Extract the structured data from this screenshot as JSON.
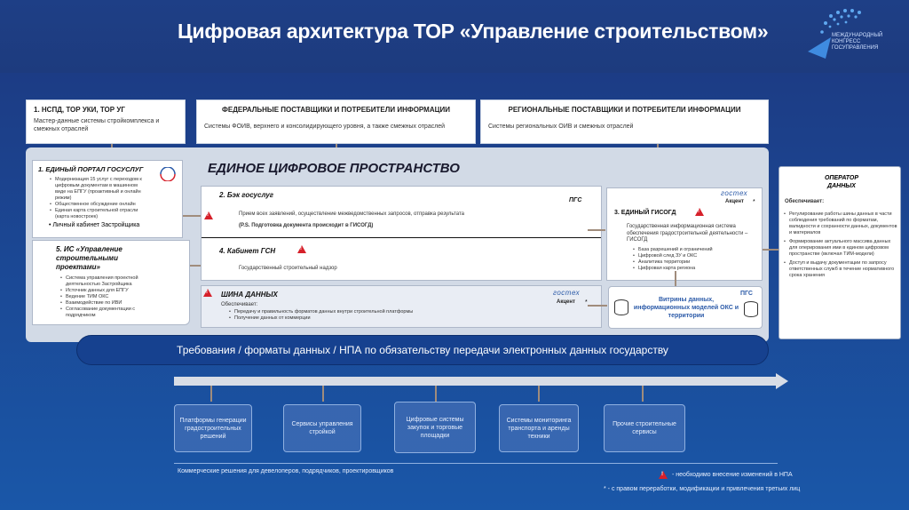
{
  "header": {
    "title": "Цифровая архитектура ТОР «Управление строительством»",
    "logo_text": "Международный конгресс Госуправления"
  },
  "top_boxes": {
    "nspd": {
      "title": "1.   НСПД, ТОР УКИ, ТОР УГ",
      "desc": "Мастер-данные системы стройкомплекса и смежных отраслей"
    },
    "federal": {
      "title": "ФЕДЕРАЛЬНЫЕ ПОСТАВЩИКИ И ПОТРЕБИТЕЛИ ИНФОРМАЦИИ",
      "desc": "Системы ФОИВ, верхнего и консолидирующего уровня, а также смежных отраслей"
    },
    "regional": {
      "title": "РЕГИОНАЛЬНЫЕ ПОСТАВЩИКИ И ПОТРЕБИТЕЛИ ИНФОРМАЦИИ",
      "desc": "Системы региональных ОИВ и смежных отраслей"
    }
  },
  "space": {
    "title": "ЕДИНОЕ ЦИФРОВОЕ ПРОСТРАНСТВО"
  },
  "portal": {
    "title": "1.  ЕДИНЫЙ ПОРТАЛ ГОСУСЛУГ",
    "items": [
      "Модернизация 15 услуг с переходом к цифровым документам в машинном виде на ЕПГУ (проактивный и онлайн режим)",
      "Общественное обсуждение онлайн",
      "Единая карта строительной отрасли (карта новостроек)"
    ],
    "cabinet": "Личный кабинет Застройщика"
  },
  "is_upr": {
    "title": "5. ИС «Управление строительными проектами»",
    "items": [
      "Система управления проектной деятельностью Застройщика",
      "Источник данных для ЕПГУ",
      "Ведение ТИМ ОКС",
      "Взаимодействие по ИВИ",
      "Согласование документации с подрядчиком"
    ]
  },
  "back": {
    "title": "2.   Бэк госуслуг",
    "pgs": "ПГС",
    "desc": "Прием всех заявлений, осуществление межведомственных запросов, отправка результата",
    "note": "(P.S. Подготовка документа происходит в ГИСОГД)"
  },
  "gsn": {
    "title": "4.   Кабинет ГСН",
    "desc": "Государственный строительный надзор"
  },
  "gisogd": {
    "gostech": "гостех",
    "akcent": "Акцент",
    "star": "*",
    "title": "3. ЕДИНЫЙ ГИСОГД",
    "desc": "Государственная информационная система обеспечения градостроительной деятельности – ГИСОГД",
    "items": [
      "База разрешений и ограничений",
      "Цифровой след ЗУ и ОКС",
      "Аналитика территории",
      "Цифровая карта региона"
    ]
  },
  "bus": {
    "title": "ШИНА ДАННЫХ",
    "gostech": "гостех",
    "akcent": "Акцент",
    "star": "*",
    "provides": "Обеспечивает:",
    "items": [
      "Передачу и правильность форматов данных внутри строительной платформы",
      "Получение данных от коммерции"
    ]
  },
  "vitrina": {
    "pgs": "ПГС",
    "text": "Витрины данных, информационных моделей ОКС и территории"
  },
  "operator": {
    "title": "ОПЕРАТОР ДАННЫХ",
    "provides": "Обеспечивает:",
    "items": [
      "Регулирование работы шины данных в части соблюдения требований по форматам, валидности и сохранности данных, документов и материалов",
      "Формирование актуального массива данных для оперирования ими в едином цифровом пространстве (включая ТИМ-модели)",
      "Доступ и выдачу документации по запросу ответственных служб в течение нормативного срока хранения"
    ]
  },
  "banner": "Требования / форматы данных / НПА по обязательству передачи электронных данных государству",
  "commercial": [
    "Платформы генерации градостроительных решений",
    "Сервисы управления стройкой",
    "Цифровые системы закупок и торговые площадки",
    "Системы мониторинга транспорта и аренды техники",
    "Прочие строительные сервисы"
  ],
  "commercial_caption": "Коммерческие решения для девелоперов, подрядчиков, проектировщиков",
  "legend_npa": "- необходимо внесение изменений в НПА",
  "legend_third": "* - с правом переработки, модификации и привлечения третьих лиц",
  "warning_glyph": "!",
  "colors": {
    "bg": "#1a3a7a",
    "accent_red": "#d6202a",
    "banner": "#16418f"
  }
}
